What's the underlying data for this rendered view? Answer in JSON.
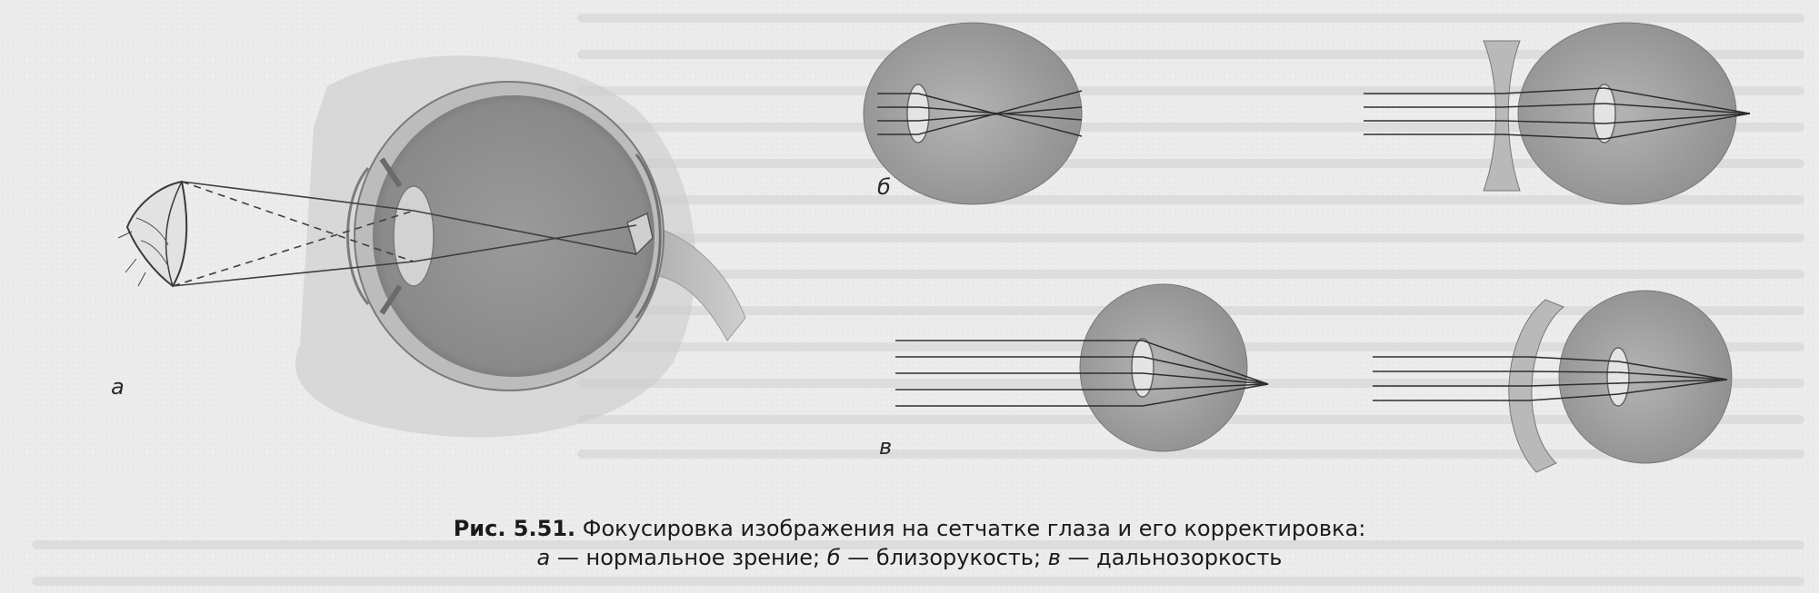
{
  "labels": {
    "a": "а",
    "b": "б",
    "v": "в"
  },
  "caption": {
    "number": "Рис. 5.51.",
    "title": "Фокусировка изображения на сетчатке глаза и его корректировка:",
    "items": [
      {
        "letter": "а",
        "text": "— нормальное зрение;"
      },
      {
        "letter": "б",
        "text": "— близорукость;"
      },
      {
        "letter": "в",
        "text": "— дальнозоркость"
      }
    ]
  }
}
